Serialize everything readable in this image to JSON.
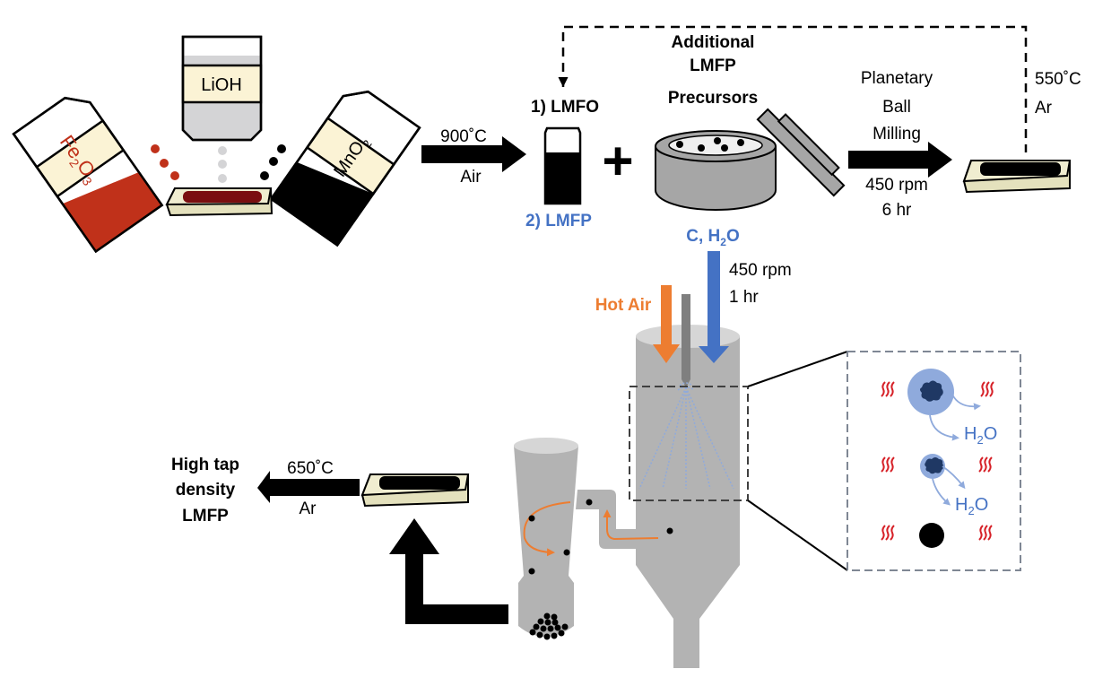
{
  "figure": {
    "type": "process-flow",
    "colors": {
      "fe2o3": "#c0311a",
      "fe2o3_label": "#c0311a",
      "lioh_fill": "#d4d4d6",
      "label_bg": "#fbf3d5",
      "mixture": "#7a0e10",
      "tray": "#e4e1bd",
      "hot_air": "#ed7d31",
      "feed": "#4472c4",
      "dryer": "#b3b3b3",
      "dryer_top": "#d6d6d6",
      "nozzle": "#7f7f7f",
      "droplet": "#8faadc",
      "particle": "#1f3864",
      "heat": "#d62027",
      "inset_border": "#7f8794"
    }
  },
  "precursors": {
    "fe2o3": {
      "label_main": "Fe",
      "sub1": "2",
      "mid": "O",
      "sub2": "3"
    },
    "lioh": {
      "label": "LiOH"
    },
    "mno2": {
      "label_main": "MnO",
      "sub": "2"
    }
  },
  "step1": {
    "temperature": "900˚C",
    "atmosphere": "Air"
  },
  "intermediate": {
    "label1": "1) LMFO",
    "label2": "2) LMFP",
    "plus": "+"
  },
  "ball_mill": {
    "title": [
      "Additional",
      "LMFP",
      "Precursors"
    ],
    "additives_main": "C, H",
    "additives_sub": "2",
    "additives_end": "O"
  },
  "step2": {
    "lines": [
      "Planetary",
      "Ball",
      "Milling"
    ],
    "speed": "450 rpm",
    "time": "6 hr"
  },
  "step3": {
    "temperature": "550˚C",
    "atmosphere": "Ar"
  },
  "spray": {
    "speed": "450 rpm",
    "time": "1 hr",
    "hot_air": "Hot Air"
  },
  "inset": {
    "water_main": "H",
    "water_sub": "2",
    "water_end": "O"
  },
  "final": {
    "temperature": "650˚C",
    "atmosphere": "Ar",
    "product": [
      "High tap",
      "density",
      "LMFP"
    ]
  }
}
